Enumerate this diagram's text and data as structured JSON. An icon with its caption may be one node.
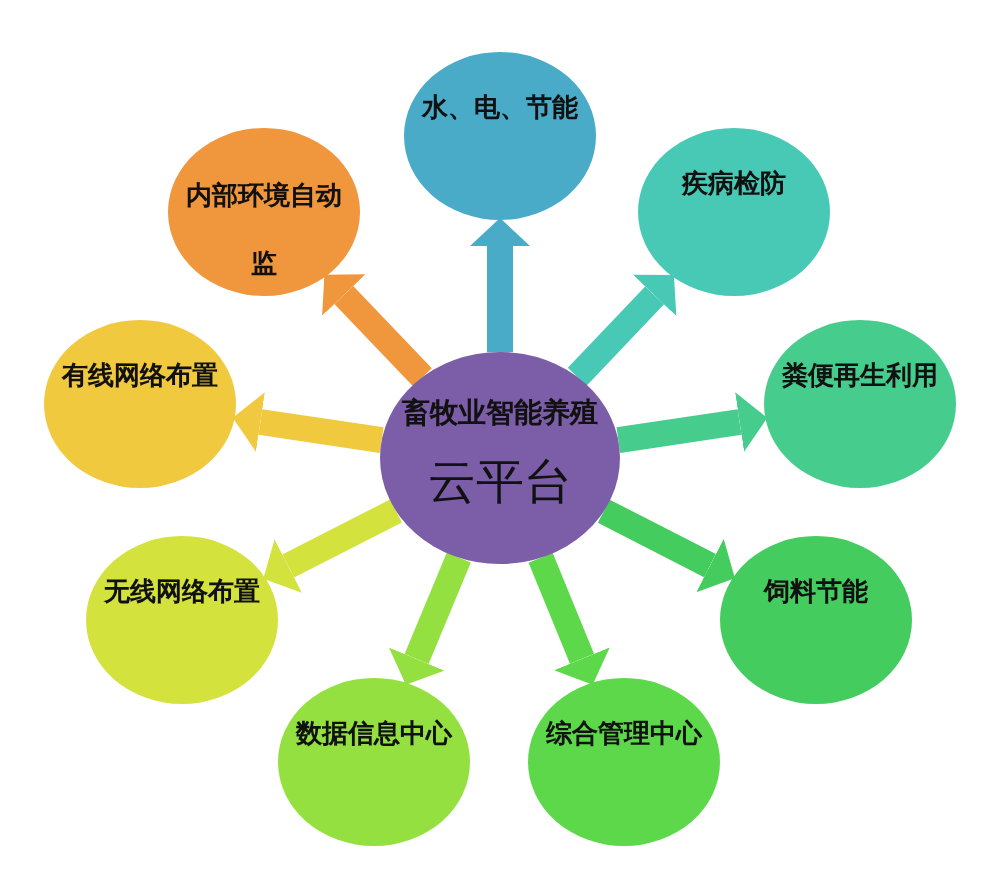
{
  "diagram": {
    "nodes": [
      {
        "text": [
          "水、电、节能"
        ]
      },
      {
        "text": [
          "内部环境自动监"
        ]
      },
      {
        "text": [
          "疾病检防"
        ]
      },
      {
        "text": [
          "有线网络布置"
        ]
      },
      {
        "text": [
          "畜牧业智能养殖",
          "云平台"
        ]
      },
      {
        "text": [
          "粪便再生利用"
        ]
      },
      {
        "text": [
          "无线网络布置"
        ]
      },
      {
        "text": [
          "饲料节能"
        ]
      },
      {
        "text": [
          "数据信息中心"
        ]
      },
      {
        "text": [
          "综合管理中心"
        ]
      }
    ],
    "edges": [
      {
        "from": 4,
        "to": 0,
        "arrow": "to",
        "color": "#4aabc9"
      },
      {
        "from": 4,
        "to": 1,
        "arrow": "to",
        "color": "#f0963c"
      },
      {
        "from": 4,
        "to": 2,
        "arrow": "to",
        "color": "#48c9b5"
      },
      {
        "from": 4,
        "to": 3,
        "arrow": "to",
        "color": "#f0c93e"
      },
      {
        "from": 4,
        "to": 5,
        "arrow": "to",
        "color": "#46cc8c"
      },
      {
        "from": 4,
        "to": 6,
        "arrow": "to",
        "color": "#d4e23e"
      },
      {
        "from": 4,
        "to": 7,
        "arrow": "to",
        "color": "#44cc5e"
      },
      {
        "from": 4,
        "to": 8,
        "arrow": "to",
        "color": "#94e040"
      },
      {
        "from": 4,
        "to": 9,
        "arrow": "to",
        "color": "#5cd84a"
      }
    ]
  }
}
